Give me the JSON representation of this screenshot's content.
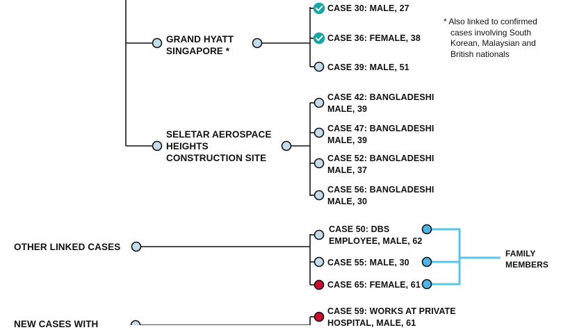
{
  "colors": {
    "line": "#111111",
    "node_light": "#c5dced",
    "node_blue": "#4fb3e3",
    "node_red": "#c8102e",
    "node_check": "#1aa6a6",
    "bracket": "#5bc4ea"
  },
  "icons": {
    "confirmed": "check-icon"
  },
  "clusters": {
    "grand_hyatt": {
      "label_lines": [
        "GRAND HYATT",
        "SINGAPORE *"
      ],
      "cases": [
        {
          "lines": [
            "CASE 30: MALE, 27"
          ],
          "marker": "check"
        },
        {
          "lines": [
            "CASE 36: FEMALE, 38"
          ],
          "marker": "check"
        },
        {
          "lines": [
            "CASE 39: MALE, 51"
          ],
          "marker": "light"
        }
      ]
    },
    "seletar": {
      "label_lines": [
        "SELETAR AEROSPACE",
        "HEIGHTS",
        "CONSTRUCTION SITE"
      ],
      "cases": [
        {
          "lines": [
            "CASE 42: BANGLADESHI",
            "MALE, 39"
          ],
          "marker": "light"
        },
        {
          "lines": [
            "CASE 47: BANGLADESHI",
            "MALE, 39"
          ],
          "marker": "light"
        },
        {
          "lines": [
            "CASE 52: BANGLADESHI",
            "MALE, 37"
          ],
          "marker": "light"
        },
        {
          "lines": [
            "CASE 56: BANGLADESHI",
            "MALE, 30"
          ],
          "marker": "light"
        }
      ]
    },
    "other_linked": {
      "label": "OTHER LINKED CASES",
      "cases": [
        {
          "lines": [
            "CASE 50: DBS",
            "EMPLOYEE, MALE, 62"
          ],
          "marker": "light"
        },
        {
          "lines": [
            "CASE 55: MALE, 30"
          ],
          "marker": "light"
        },
        {
          "lines": [
            "CASE 65: FEMALE, 61"
          ],
          "marker": "red"
        }
      ],
      "family_label_lines": [
        "FAMILY",
        "MEMBERS"
      ]
    },
    "new_cases": {
      "label_lines": [
        "NEW CASES WITH"
      ],
      "cases": [
        {
          "lines": [
            "CASE 59: WORKS AT PRIVATE",
            "HOSPITAL, MALE, 61"
          ],
          "marker": "red"
        }
      ]
    }
  },
  "footnote_lines": [
    "* Also linked to confirmed",
    "cases involving South",
    "Korean, Malaysian and",
    "British nationals"
  ]
}
